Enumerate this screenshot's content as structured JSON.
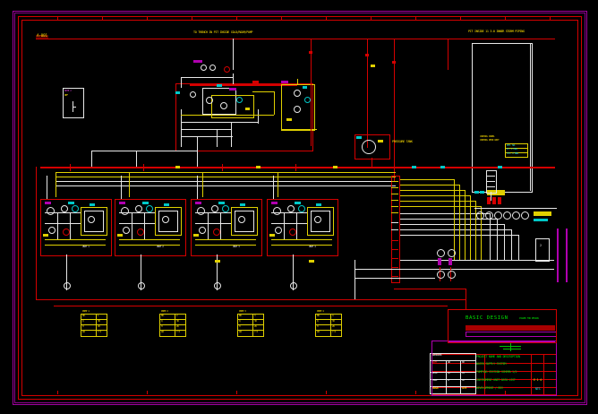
{
  "document": {
    "type": "cad-schematic",
    "application": "AutoCAD drawing viewport",
    "background_color": "#000000",
    "sheet_title": "BASIC DESIGN",
    "drawing_kind": "Piping and Instrumentation / Electrical Control Diagram"
  },
  "frame": {
    "outer_border_color": "#b000b0",
    "inner_border_color": "#d40000",
    "corner_label": "A-001"
  },
  "headers": {
    "center": "TO TRENCH IN PIT INSIDE COLD/ROOM/PUMP",
    "right": "PIT INSIDE 11 3.0 INNER STORM PIPING"
  },
  "note_box": {
    "title": "NOTE 2",
    "body": "REF"
  },
  "control_panel_note": {
    "title": "CONTROL PANEL",
    "subtitle": "CONTROL DESK UNIT",
    "rows": [
      "POT. NO.",
      "PT. 1 MIN",
      "TOT. 2 MIN"
    ]
  },
  "vessel_label": "PRESSURE TANK",
  "modules": [
    {
      "id": "M1",
      "tag": "UNIT 1",
      "legend": {
        "title": "PUMP 1",
        "rows": [
          [
            "NO.",
            "1"
          ],
          [
            "Q",
            "30"
          ],
          [
            "H",
            "26"
          ],
          [
            "kW",
            "7.5"
          ]
        ]
      }
    },
    {
      "id": "M2",
      "tag": "UNIT 2",
      "legend": {
        "title": "PUMP 2",
        "rows": [
          [
            "NO.",
            "2"
          ],
          [
            "Q",
            "30"
          ],
          [
            "H",
            "26"
          ],
          [
            "kW",
            "7.5"
          ]
        ]
      }
    },
    {
      "id": "M3",
      "tag": "UNIT 3",
      "legend": {
        "title": "PUMP 3",
        "rows": [
          [
            "NO.",
            "3"
          ],
          [
            "Q",
            "30"
          ],
          [
            "H",
            "26"
          ],
          [
            "kW",
            "7.5"
          ]
        ]
      }
    },
    {
      "id": "M4",
      "tag": "UNIT 4",
      "legend": {
        "title": "PUMP 4",
        "rows": [
          [
            "NO.",
            "4"
          ],
          [
            "Q",
            "30"
          ],
          [
            "H",
            "26"
          ],
          [
            "kW",
            "7.5"
          ]
        ]
      }
    }
  ],
  "title_block": {
    "heading": "BASIC  DESIGN",
    "heading_right": "ISSUED FOR DESIGN",
    "status_stamp": "APPROVED",
    "project_rows": [
      "PROJECT NAME AND DESCRIPTION",
      "WATER SUPPLY SYSTEM",
      "PUMPING STATION SCHEMA 1/2",
      "INSTRUMENT UNIT DATA LIST",
      "DEVELOPMENT / REV"
    ],
    "revision_table": {
      "columns": [
        "STATUS",
        "DRW.",
        "REV."
      ],
      "rows": [
        [
          "DRAFT",
          "AB",
          "00"
        ],
        [
          "CHECK",
          "CD",
          "01"
        ],
        [
          "ISSUE",
          "EF",
          "02"
        ]
      ]
    },
    "footer_left": "DRAWN",
    "footer_right": "DATE",
    "sheet_code": "E 1 4",
    "scale_text": "NTS"
  },
  "palette": {
    "red": "#d40000",
    "white": "#e8e8e8",
    "yellow": "#e0d000",
    "cyan": "#00c8c8",
    "magenta": "#b000b0",
    "green": "#00c000",
    "orange": "#c06000"
  }
}
